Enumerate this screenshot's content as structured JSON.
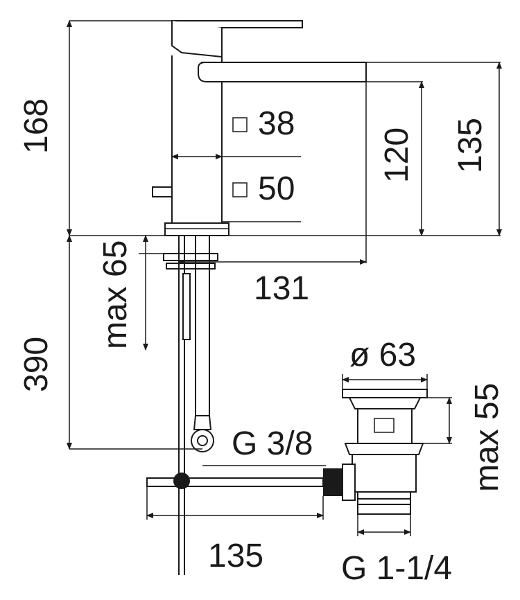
{
  "dimensions": {
    "height_168": "168",
    "height_135": "135",
    "height_120": "120",
    "square_38": "38",
    "square_50": "50",
    "spout_131": "131",
    "max_65": "max 65",
    "depth_390": "390",
    "waste_diameter": "ø 63",
    "max_55": "max 55",
    "thread_g38": "G 3/8",
    "reach_135": "135",
    "thread_g114": "G 1-1/4"
  },
  "colors": {
    "ink": "#1a1a1a",
    "paper": "#ffffff"
  }
}
